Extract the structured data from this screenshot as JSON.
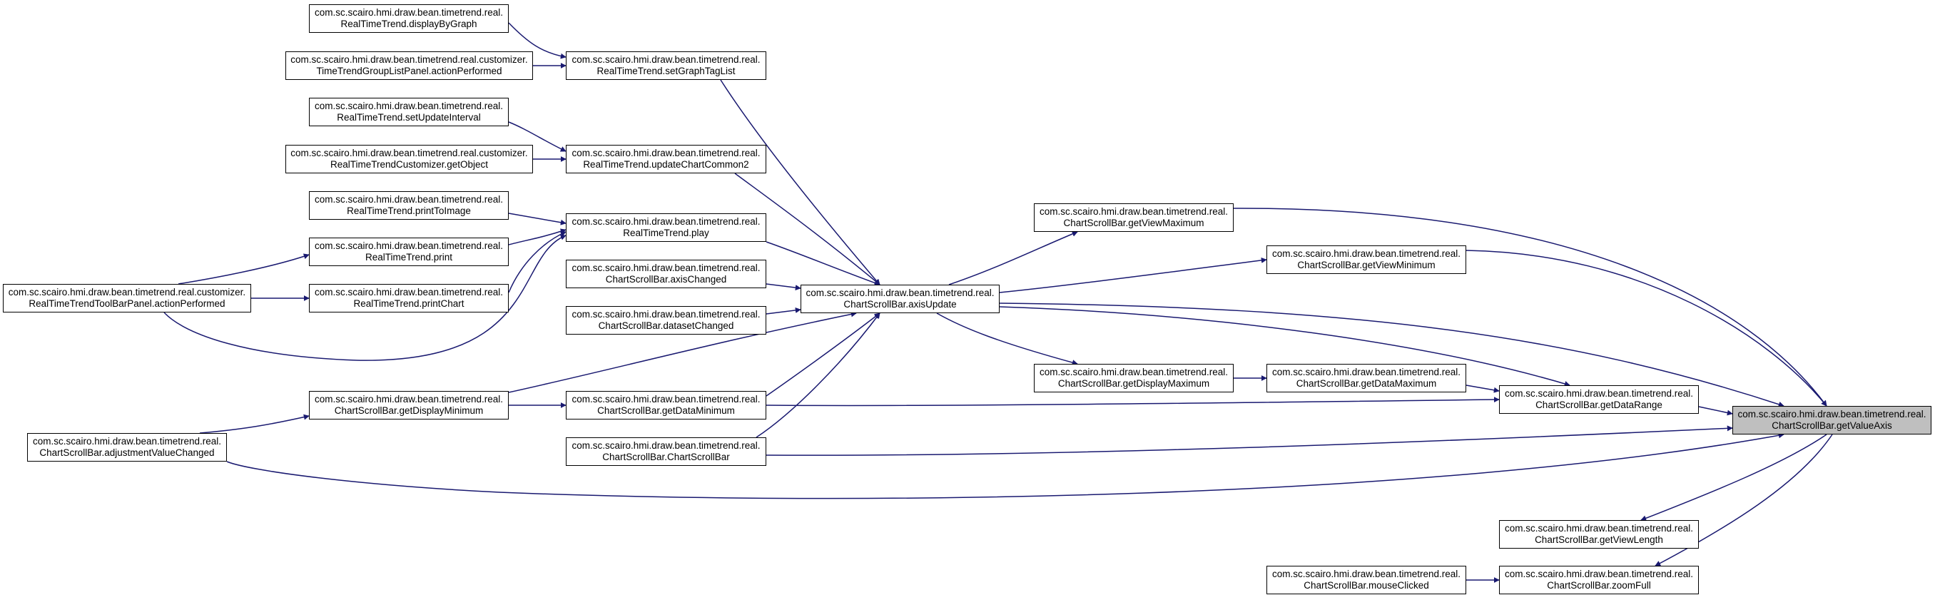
{
  "colors": {
    "edge": "#191970",
    "node_border": "#000000",
    "highlight_fill": "#bfbfbf"
  },
  "nodes": {
    "displayByGraph": [
      "com.sc.scairo.hmi.draw.bean.timetrend.real.",
      "RealTimeTrend.displayByGraph"
    ],
    "timeTrendGroupList": [
      "com.sc.scairo.hmi.draw.bean.timetrend.real.customizer.",
      "TimeTrendGroupListPanel.actionPerformed"
    ],
    "setUpdateInterval": [
      "com.sc.scairo.hmi.draw.bean.timetrend.real.",
      "RealTimeTrend.setUpdateInterval"
    ],
    "customizerGetObject": [
      "com.sc.scairo.hmi.draw.bean.timetrend.real.customizer.",
      "RealTimeTrendCustomizer.getObject"
    ],
    "printToImage": [
      "com.sc.scairo.hmi.draw.bean.timetrend.real.",
      "RealTimeTrend.printToImage"
    ],
    "print": [
      "com.sc.scairo.hmi.draw.bean.timetrend.real.",
      "RealTimeTrend.print"
    ],
    "toolBarActionPerformed": [
      "com.sc.scairo.hmi.draw.bean.timetrend.real.customizer.",
      "RealTimeTrendToolBarPanel.actionPerformed"
    ],
    "printChart": [
      "com.sc.scairo.hmi.draw.bean.timetrend.real.",
      "RealTimeTrend.printChart"
    ],
    "setGraphTagList": [
      "com.sc.scairo.hmi.draw.bean.timetrend.real.",
      "RealTimeTrend.setGraphTagList"
    ],
    "updateChartCommon2": [
      "com.sc.scairo.hmi.draw.bean.timetrend.real.",
      "RealTimeTrend.updateChartCommon2"
    ],
    "play": [
      "com.sc.scairo.hmi.draw.bean.timetrend.real.",
      "RealTimeTrend.play"
    ],
    "axisChanged": [
      "com.sc.scairo.hmi.draw.bean.timetrend.real.",
      "ChartScrollBar.axisChanged"
    ],
    "datasetChanged": [
      "com.sc.scairo.hmi.draw.bean.timetrend.real.",
      "ChartScrollBar.datasetChanged"
    ],
    "getDisplayMinimum": [
      "com.sc.scairo.hmi.draw.bean.timetrend.real.",
      "ChartScrollBar.getDisplayMinimum"
    ],
    "adjustmentValueChanged": [
      "com.sc.scairo.hmi.draw.bean.timetrend.real.",
      "ChartScrollBar.adjustmentValueChanged"
    ],
    "getDataMinimum": [
      "com.sc.scairo.hmi.draw.bean.timetrend.real.",
      "ChartScrollBar.getDataMinimum"
    ],
    "chartScrollBar": [
      "com.sc.scairo.hmi.draw.bean.timetrend.real.",
      "ChartScrollBar.ChartScrollBar"
    ],
    "axisUpdate": [
      "com.sc.scairo.hmi.draw.bean.timetrend.real.",
      "ChartScrollBar.axisUpdate"
    ],
    "getViewMaximum": [
      "com.sc.scairo.hmi.draw.bean.timetrend.real.",
      "ChartScrollBar.getViewMaximum"
    ],
    "getViewMinimum": [
      "com.sc.scairo.hmi.draw.bean.timetrend.real.",
      "ChartScrollBar.getViewMinimum"
    ],
    "getDisplayMaximum": [
      "com.sc.scairo.hmi.draw.bean.timetrend.real.",
      "ChartScrollBar.getDisplayMaximum"
    ],
    "getDataMaximum": [
      "com.sc.scairo.hmi.draw.bean.timetrend.real.",
      "ChartScrollBar.getDataMaximum"
    ],
    "getDataRange": [
      "com.sc.scairo.hmi.draw.bean.timetrend.real.",
      "ChartScrollBar.getDataRange"
    ],
    "getViewLength": [
      "com.sc.scairo.hmi.draw.bean.timetrend.real.",
      "ChartScrollBar.getViewLength"
    ],
    "mouseClicked": [
      "com.sc.scairo.hmi.draw.bean.timetrend.real.",
      "ChartScrollBar.mouseClicked"
    ],
    "zoomFull": [
      "com.sc.scairo.hmi.draw.bean.timetrend.real.",
      "ChartScrollBar.zoomFull"
    ],
    "getValueAxis": [
      "com.sc.scairo.hmi.draw.bean.timetrend.real.",
      "ChartScrollBar.getValueAxis"
    ]
  }
}
